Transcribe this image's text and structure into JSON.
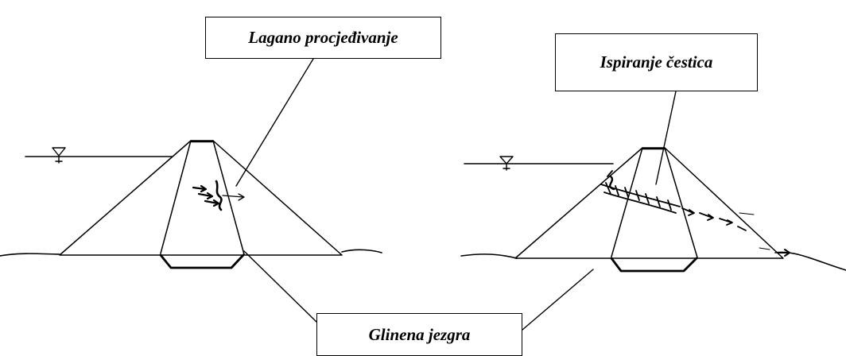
{
  "labels": {
    "slight_seepage": "Lagano procjeđivanje",
    "particle_washout": "Ispiranje čestica",
    "clay_core": "Glinena jezgra"
  },
  "icons": {
    "water_level": "inverted-triangle-water-level-icon",
    "seepage_arrows": "seepage-arrows-icon",
    "erosion_channel": "erosion-channel-icon"
  },
  "colors": {
    "stroke": "#000000",
    "fill": "#ffffff"
  }
}
